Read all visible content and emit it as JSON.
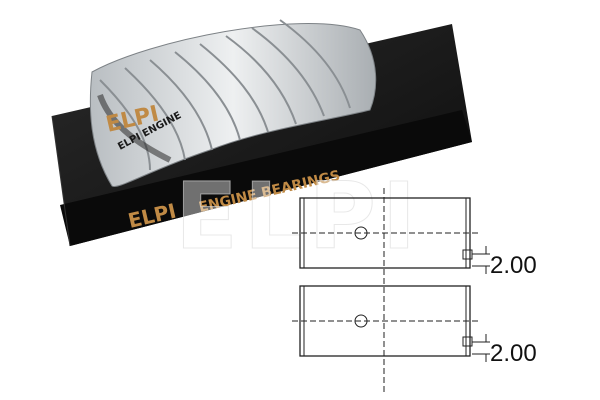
{
  "product_photo": {
    "box_brand": "ELPI",
    "box_text": "ENGINE BEARINGS",
    "shell_mark": "ELPI ENGINE",
    "colors": {
      "box": "#161616",
      "brand_gold": "#c08a45",
      "shell_silver": "#cfd3d6"
    }
  },
  "watermark": {
    "text": "ELPI"
  },
  "drawing": {
    "upper_dimension": "2.00",
    "lower_dimension": "2.00"
  }
}
